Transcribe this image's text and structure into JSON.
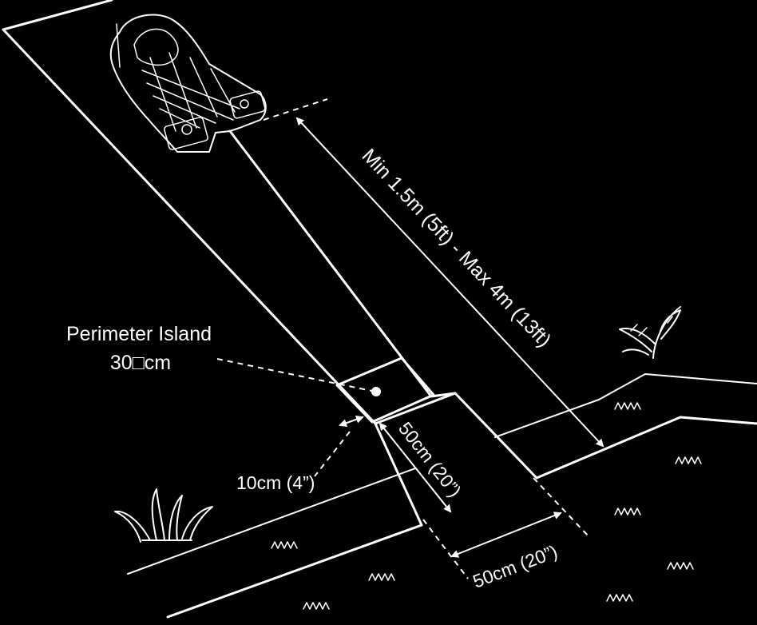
{
  "labels": {
    "perimeter_island_line1": "Perimeter Island",
    "perimeter_island_line2": "30□cm",
    "gap_10cm": "10cm (4”)",
    "depth_50cm": "50cm (20”)",
    "width_50cm": "50cm (20”)",
    "corridor_length": "Min 1.5m (5ft) - Max 4m (13ft)"
  },
  "colors": {
    "background": "#000000",
    "line": "#ffffff"
  },
  "icons": [
    "robotic-mower-icon",
    "grass-tuft-icon",
    "plant-icon",
    "grass-tick-icon"
  ]
}
